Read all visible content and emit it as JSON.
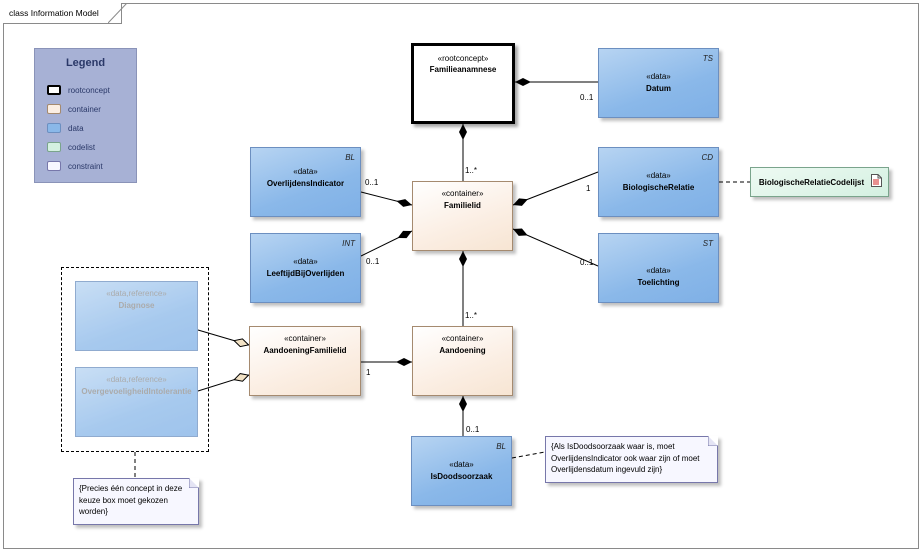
{
  "diagram": {
    "title": "class Information Model"
  },
  "legend": {
    "title": "Legend",
    "items": [
      {
        "label": "rootconcept",
        "color": "#ffffff",
        "border": "#000000"
      },
      {
        "label": "container",
        "color": "#fbeee3",
        "border": "#a58a6f"
      },
      {
        "label": "data",
        "color": "#8ab8e9",
        "border": "#6c8fc0"
      },
      {
        "label": "codelist",
        "color": "#d4f0e1",
        "border": "#7aa48c"
      },
      {
        "label": "constraint",
        "color": "#f7f7ff",
        "border": "#7777aa"
      }
    ]
  },
  "classes": {
    "familieanamnese": {
      "stereotype": "«rootconcept»",
      "name": "Familieanamnese"
    },
    "datum": {
      "stereotype": "«data»",
      "name": "Datum",
      "tag": "TS"
    },
    "overlijdensindicator": {
      "stereotype": "«data»",
      "name": "OverlijdensIndicator",
      "tag": "BL"
    },
    "familielid": {
      "stereotype": "«container»",
      "name": "Familielid"
    },
    "biologischerelatie": {
      "stereotype": "«data»",
      "name": "BiologischeRelatie",
      "tag": "CD"
    },
    "leeftijdbijoverlijden": {
      "stereotype": "«data»",
      "name": "LeeftijdBijOverlijden",
      "tag": "INT"
    },
    "toelichting": {
      "stereotype": "«data»",
      "name": "Toelichting",
      "tag": "ST"
    },
    "diagnose": {
      "stereotype": "«data,reference»",
      "name": "Diagnose"
    },
    "overgevoeligheidintolerantie": {
      "stereotype": "«data,reference»",
      "name": "OvergevoeligheidIntolerantie"
    },
    "aandoeningfamilielid": {
      "stereotype": "«container»",
      "name": "AandoeningFamilielid"
    },
    "aandoening": {
      "stereotype": "«container»",
      "name": "Aandoening"
    },
    "isdoodsoorzaak": {
      "stereotype": "«data»",
      "name": "IsDoodsoorzaak",
      "tag": "BL"
    }
  },
  "codelist": {
    "name": "BiologischeRelatieCodelijst"
  },
  "multiplicities": {
    "datum": "0..1",
    "familielid": "1..*",
    "overlijdensindicator": "0..1",
    "biologischerelatie": "1",
    "leeftijdbijoverlijden": "0..1",
    "toelichting": "0..1",
    "aandoening": "1..*",
    "aandoeningfamilielid": "1",
    "isdoodsoorzaak": "0..1"
  },
  "notes": {
    "choice": "{Precies één concept in deze keuze box moet gekozen worden}",
    "doodsoorzaak": "{Als IsDoodsoorzaak waar is, moet OverlijdensIndicator ook waar zijn of moet Overlijdensdatum ingevuld zijn}"
  }
}
